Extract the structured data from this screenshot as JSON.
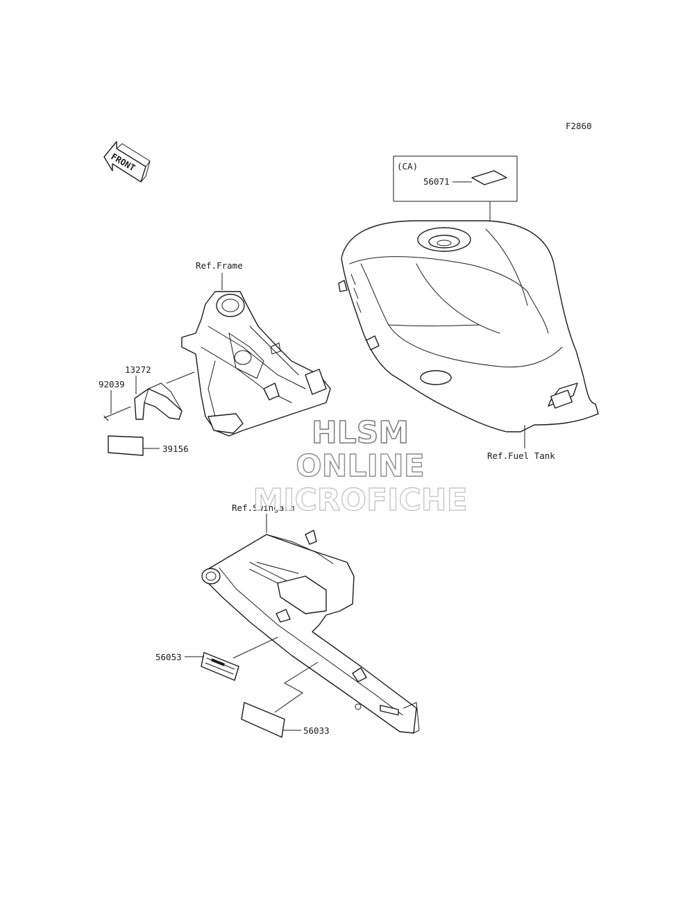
{
  "diagram": {
    "code": "F2860",
    "front_label": "FRONT",
    "option_code": "(CA)",
    "references": {
      "frame": "Ref.Frame",
      "fuel_tank": "Ref.Fuel Tank",
      "swingarm": "Ref.Swingarm"
    },
    "parts": [
      {
        "number": "56071"
      },
      {
        "number": "13272"
      },
      {
        "number": "92039"
      },
      {
        "number": "39156"
      },
      {
        "number": "56053"
      },
      {
        "number": "56033"
      }
    ],
    "watermark": {
      "line1": "HLSM",
      "line2": "ONLINE",
      "line3": "MICROFICHE"
    }
  }
}
